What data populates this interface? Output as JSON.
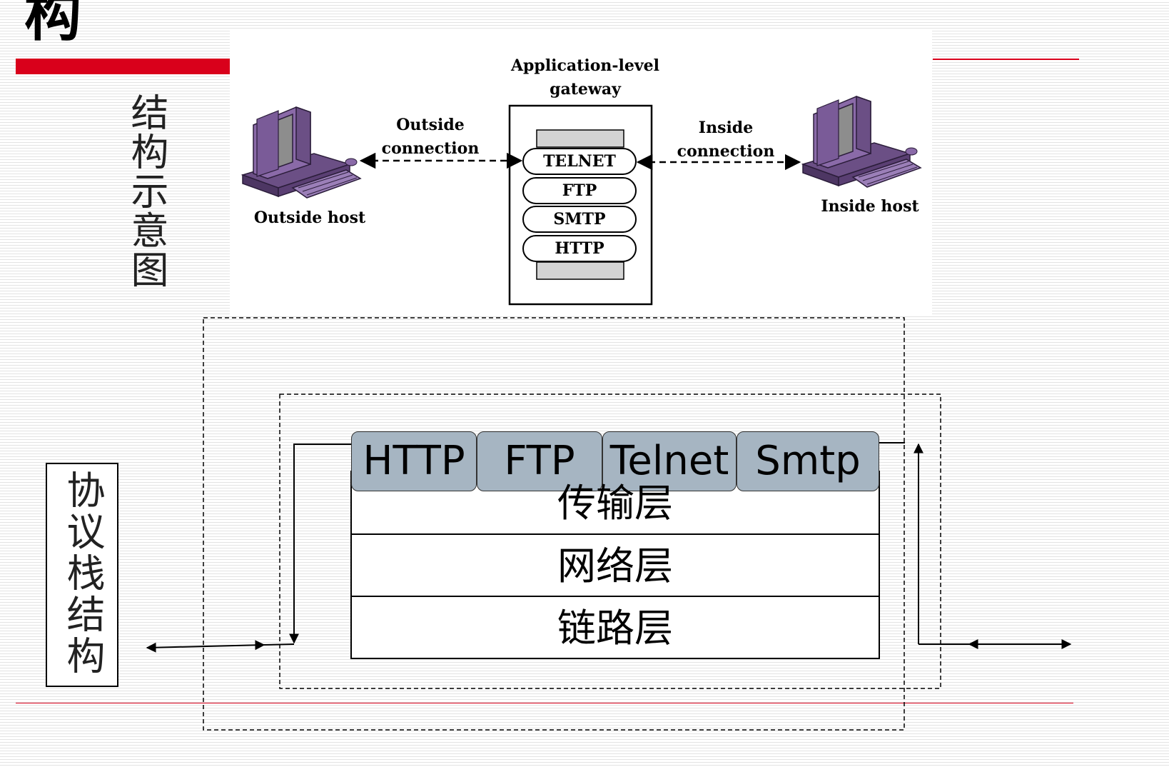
{
  "header": {
    "title_char": "构"
  },
  "side_labels": {
    "diagram": "结构示意图",
    "protocol_stack": "协议栈结构"
  },
  "gateway_diagram": {
    "gateway_label": "Application-level gateway",
    "outside_connection": "Outside connection",
    "inside_connection": "Inside connection",
    "outside_host": "Outside host",
    "inside_host": "Inside host",
    "protocols": [
      "TELNET",
      "FTP",
      "SMTP",
      "HTTP"
    ]
  },
  "protocol_stack": {
    "application": [
      "HTTP",
      "FTP",
      "Telnet",
      "Smtp"
    ],
    "layers": [
      "传输层",
      "网络层",
      "链路层"
    ]
  },
  "colors": {
    "accent_red": "#d9001b",
    "computer_purple": "#8a6aa8",
    "app_cell_fill": "#a6b5c2"
  }
}
